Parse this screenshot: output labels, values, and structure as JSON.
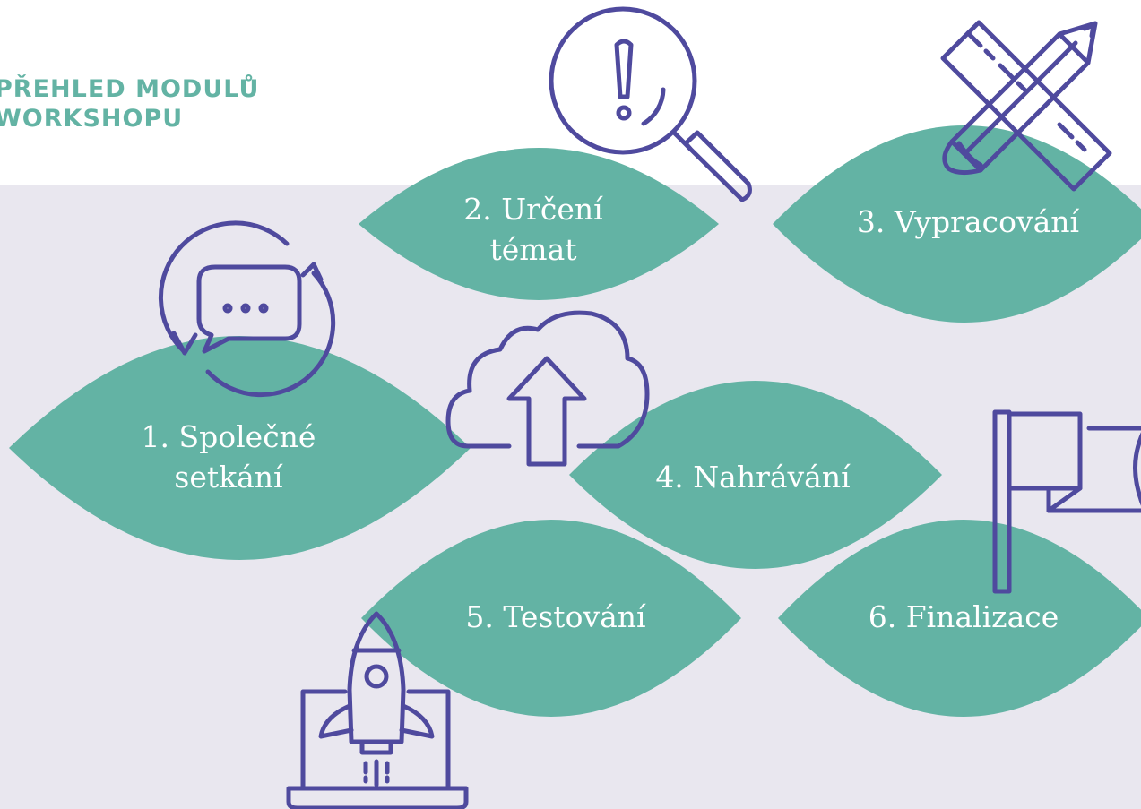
{
  "title": {
    "line1": "PŘEHLED MODULŮ",
    "line2": "WORKSHOPU"
  },
  "colors": {
    "leaf": "#63b3a4",
    "icon_stroke": "#4f4a9e",
    "background_band": "#e9e7ef",
    "title": "#63b3a4"
  },
  "modules": [
    {
      "line1": "1.  Společné",
      "line2": "setkání",
      "icon": "chat-refresh-icon"
    },
    {
      "line1": "2. Určení",
      "line2": "témat",
      "icon": "magnifier-alert-icon"
    },
    {
      "line1": "3. Vypracování",
      "line2": "",
      "icon": "pencil-ruler-icon"
    },
    {
      "line1": "4. Nahrávání",
      "line2": "",
      "icon": "cloud-upload-icon"
    },
    {
      "line1": "5. Testování",
      "line2": "",
      "icon": "rocket-laptop-icon"
    },
    {
      "line1": "6. Finalizace",
      "line2": "",
      "icon": "flag-icon"
    }
  ]
}
